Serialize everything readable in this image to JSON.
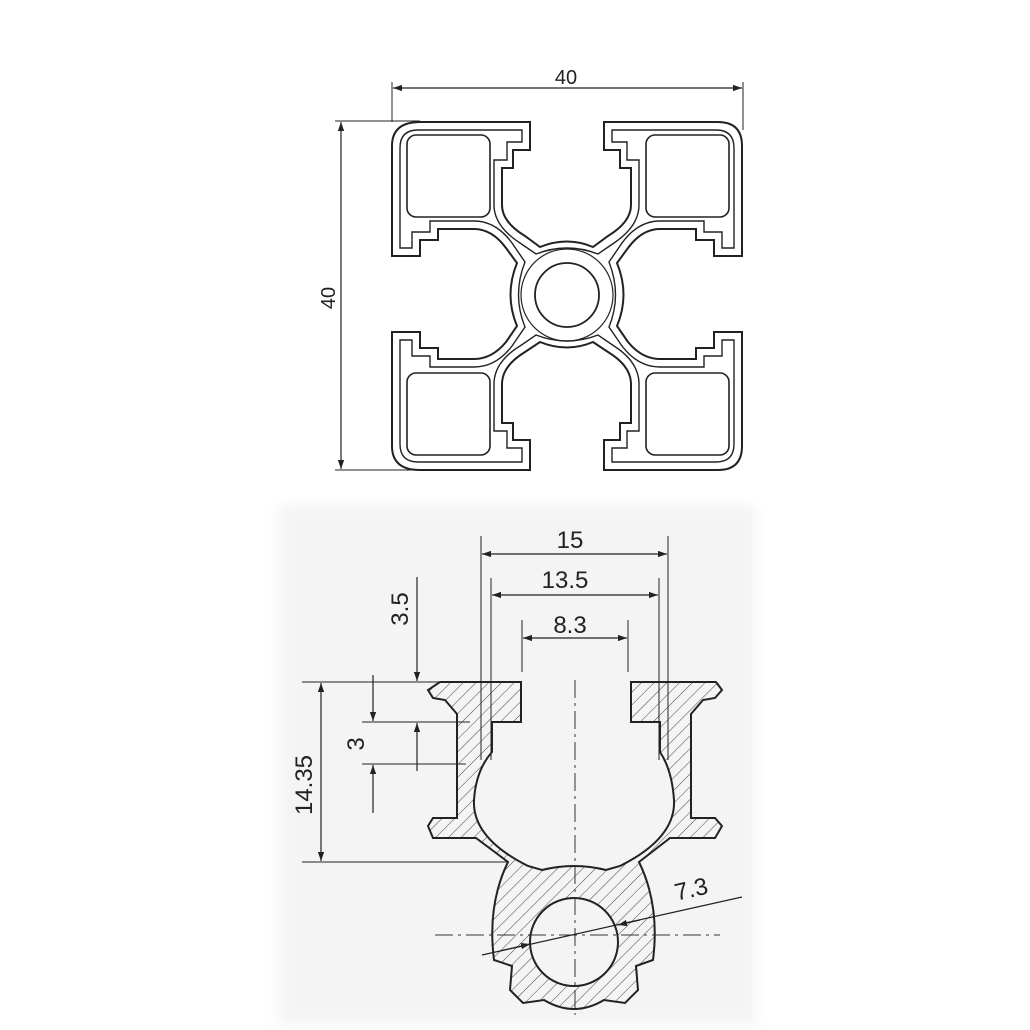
{
  "drawing": {
    "top_view": {
      "width_label": "40",
      "height_label": "40"
    },
    "slot_detail": {
      "dim_outer_width": "15",
      "dim_inner_width": "13.5",
      "dim_opening": "8.3",
      "dim_lip": "3.5",
      "dim_neck": "3",
      "dim_depth": "14.35",
      "dim_bore": "7.3"
    }
  }
}
